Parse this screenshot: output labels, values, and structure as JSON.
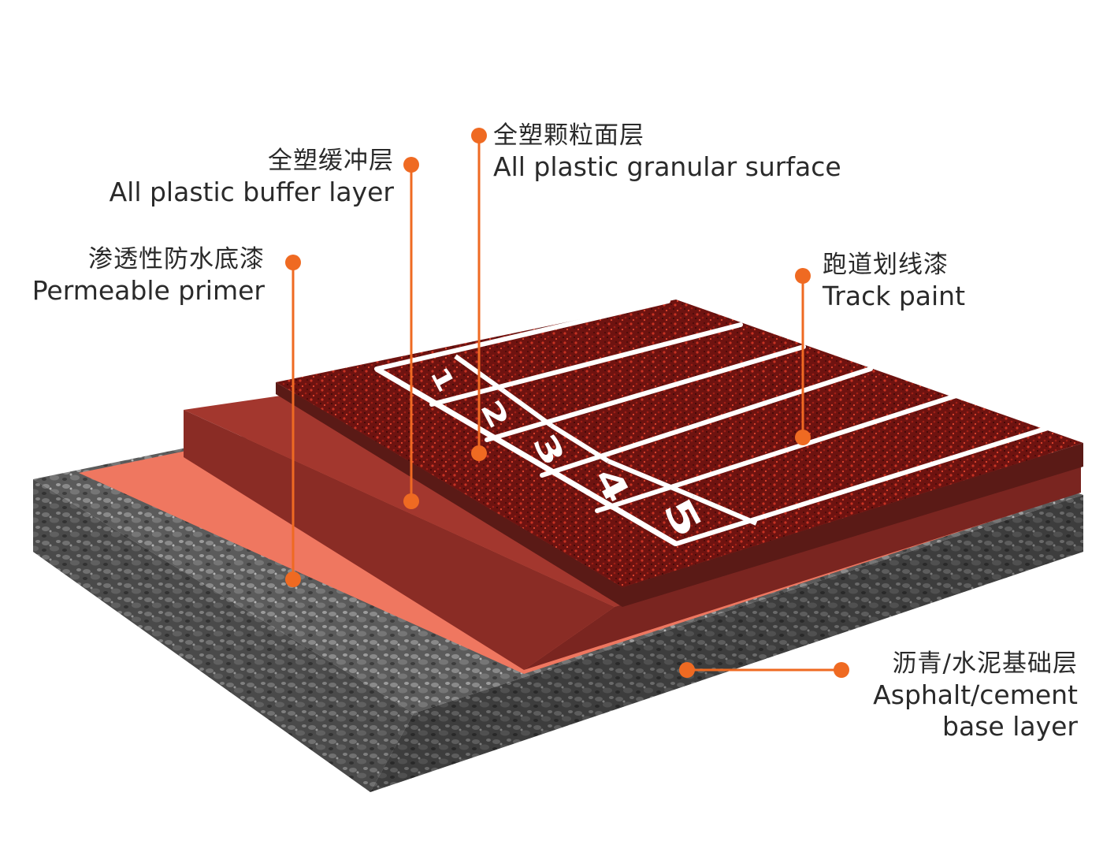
{
  "colors": {
    "accent": "#ef6a22",
    "base": "#5d5d5d",
    "primer": "#ef7760",
    "buffer_top": "#a3372e",
    "buffer_side": "#862d26",
    "surface": "#6b1210",
    "surface_side": "#5a1a16",
    "lane_line": "#ffffff"
  },
  "lane_numbers": [
    "1",
    "2",
    "3",
    "4",
    "5"
  ],
  "callouts": [
    {
      "id": "buffer",
      "zh": "全塑缓冲层",
      "en": "All plastic buffer layer"
    },
    {
      "id": "surface",
      "zh": "全塑颗粒面层",
      "en": "All plastic granular surface"
    },
    {
      "id": "primer",
      "zh": "渗透性防水底漆",
      "en": "Permeable primer"
    },
    {
      "id": "paint",
      "zh": "跑道划线漆",
      "en": "Track paint"
    },
    {
      "id": "base",
      "zh": "沥青/水泥基础层",
      "en_line1": "Asphalt/cement",
      "en_line2": "base layer"
    }
  ]
}
